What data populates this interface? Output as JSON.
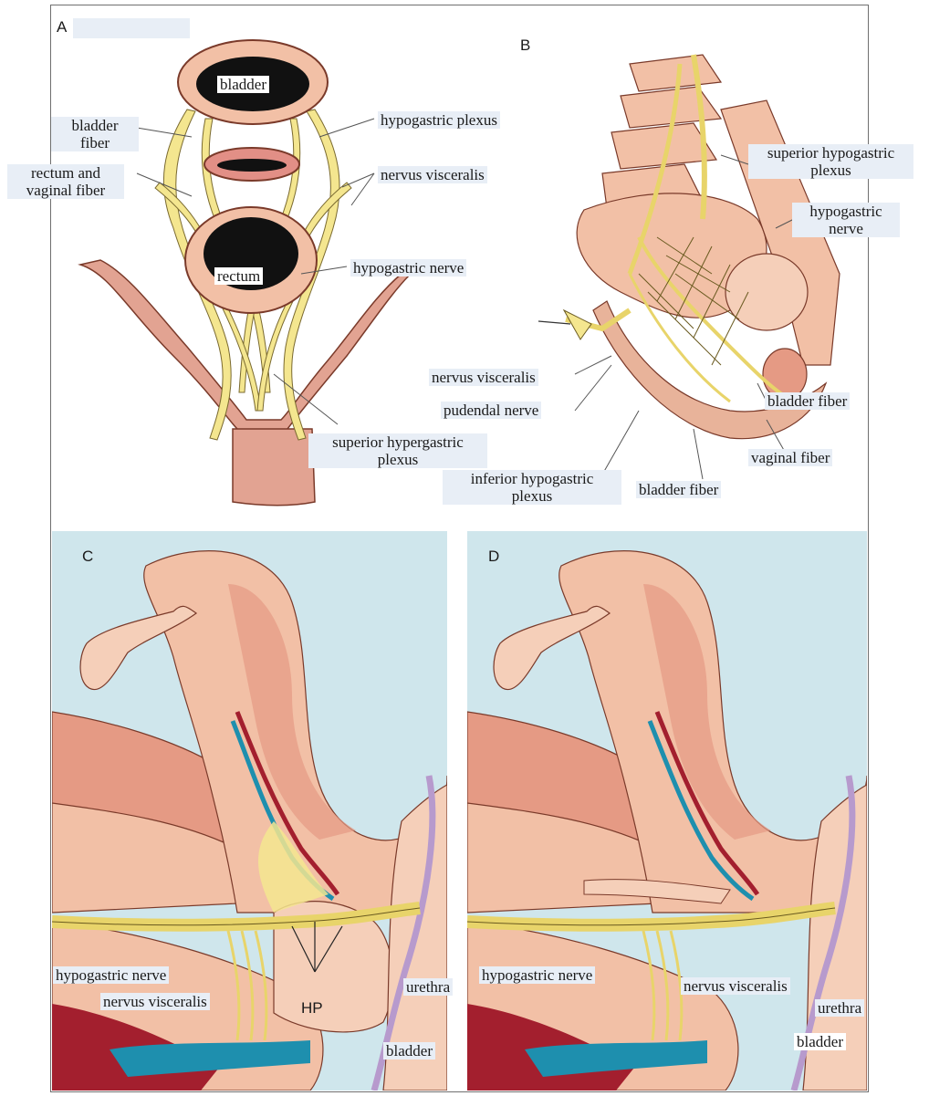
{
  "panels": {
    "a": {
      "letter": "A",
      "labels": {
        "bladder": "bladder",
        "bladder_fiber": "bladder\nfiber",
        "rectum_vaginal_fiber": "rectum and\nvaginal fiber",
        "hypogastric_plexus": "hypogastric plexus",
        "nervus_visceralis": "nervus visceralis",
        "rectum": "rectum",
        "hypogastric_nerve": "hypogastric nerve",
        "superior_hypergastric_plexus": "superior hypergastric\nplexus"
      }
    },
    "b": {
      "letter": "B",
      "labels": {
        "superior_hypogastric_plexus": "superior hypogastric\nplexus",
        "hypogastric_nerve": "hypogastric\nnerve",
        "nervus_visceralis": "nervus visceralis",
        "pudendal_nerve": "pudendal nerve",
        "bladder_fiber_right": "bladder fiber",
        "vaginal_fiber": "vaginal fiber",
        "inferior_hypogastric_plexus": "inferior hypogastric\nplexus",
        "bladder_fiber_bottom": "bladder fiber"
      }
    },
    "c": {
      "letter": "C",
      "labels": {
        "hypogastric_nerve": "hypogastric nerve",
        "nervus_visceralis": "nervus visceralis",
        "hp": "HP",
        "urethra": "urethra",
        "bladder": "bladder"
      }
    },
    "d": {
      "letter": "D",
      "labels": {
        "hypogastric_nerve": "hypogastric nerve",
        "nervus_visceralis": "nervus visceralis",
        "urethra": "urethra",
        "bladder": "bladder"
      }
    }
  },
  "colors": {
    "tissue": "#f2c0a6",
    "muscle": "#e59a84",
    "nerve": "#f4e68f",
    "artery": "#a31f2e",
    "vein": "#1e8fae",
    "background_light_blue": "#cfe6ec",
    "label_highlight": "#e8eef6"
  }
}
